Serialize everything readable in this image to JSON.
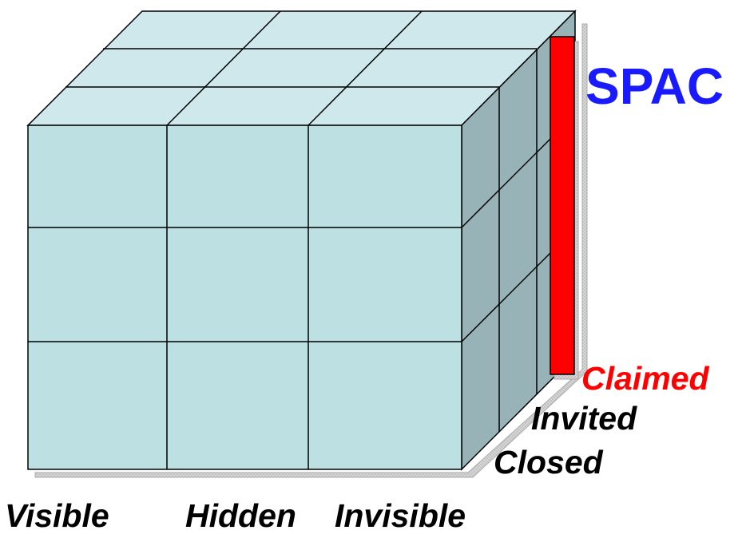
{
  "title": {
    "text": "SPAC",
    "color": "#1a1aff"
  },
  "columns": [
    "Visible",
    "Hidden",
    "Invisible"
  ],
  "depth_layers": [
    {
      "label": "Claimed",
      "color": "#ff0000"
    },
    {
      "label": "Invited",
      "color": "#000000"
    },
    {
      "label": "Closed",
      "color": "#000000"
    }
  ],
  "colors": {
    "front_face": "#bde0e3",
    "top_face": "#cfe8ec",
    "side_face": "#98b3b7",
    "highlight_bar": "#ff0000",
    "shadow": "#c8c8c8",
    "grid_line": "#000000"
  }
}
